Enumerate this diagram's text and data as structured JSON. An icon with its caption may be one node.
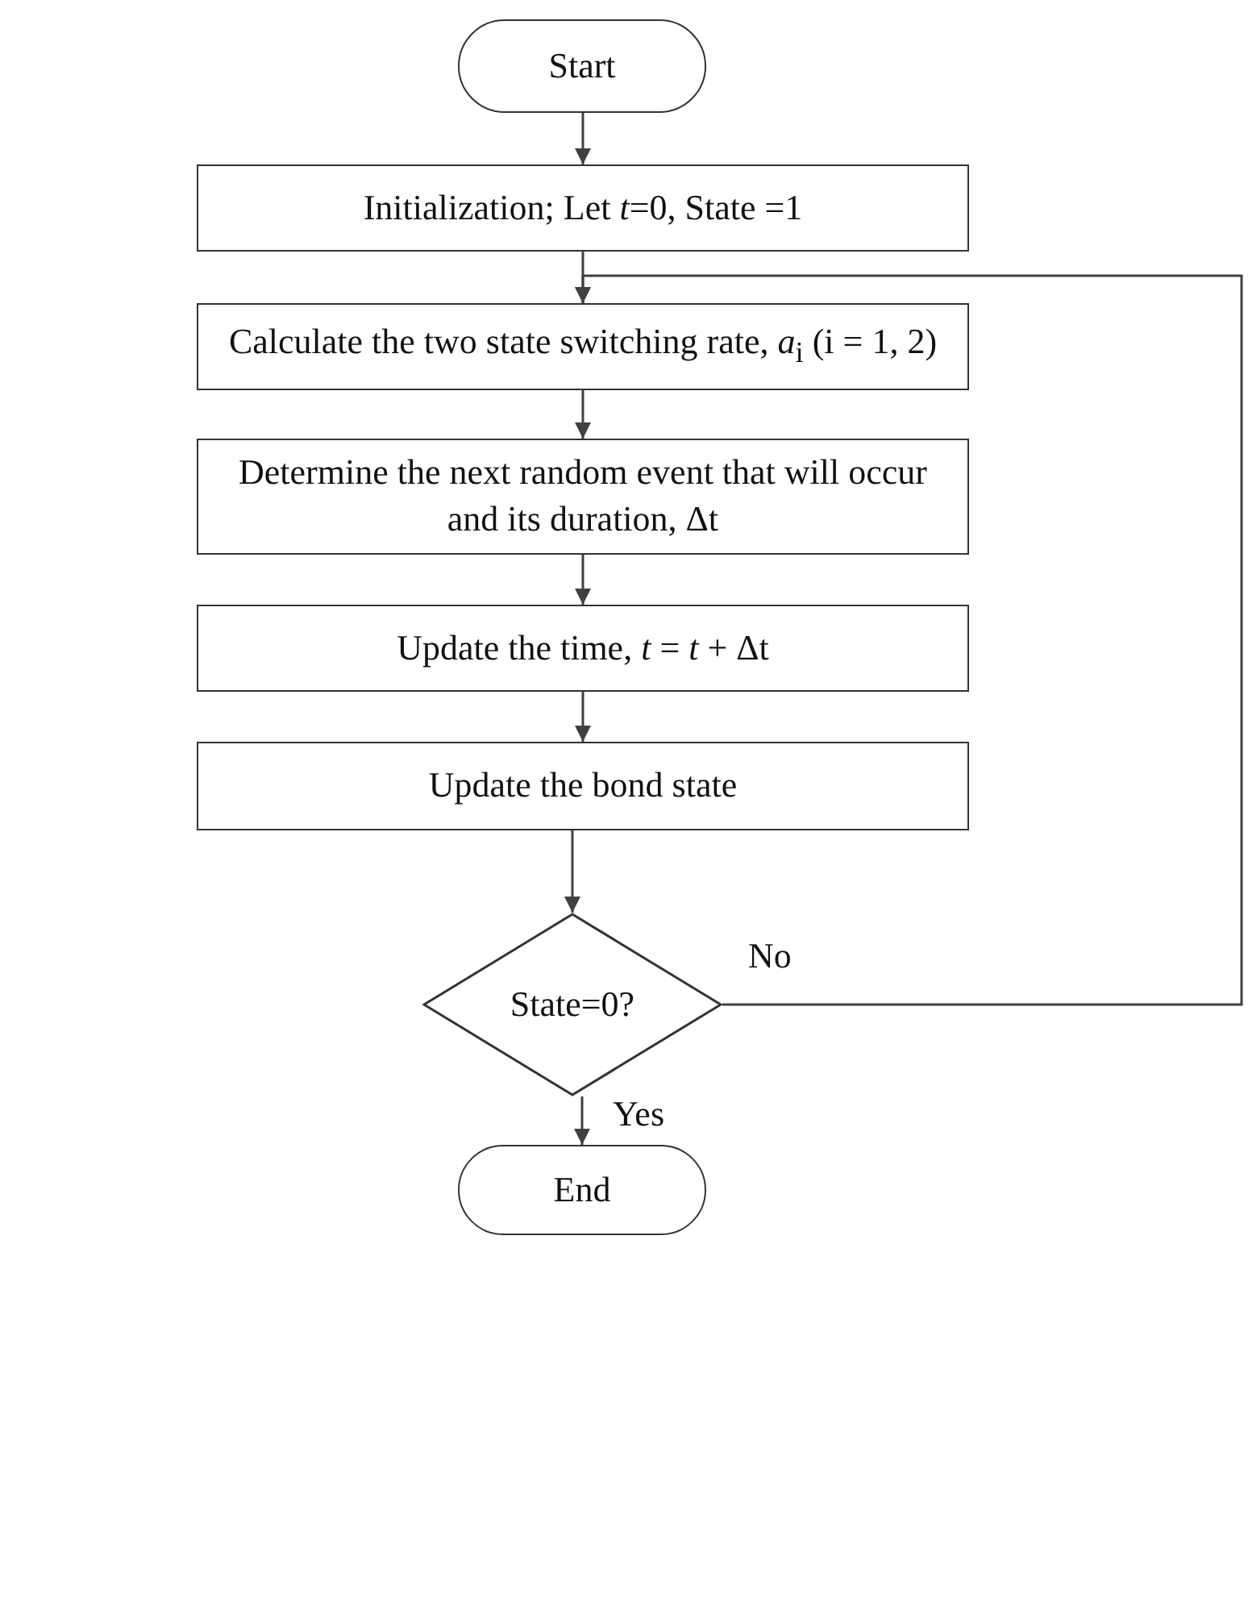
{
  "diagram": {
    "nodes": [
      {
        "text": [
          "Start"
        ]
      },
      {
        "text": [
          "Initialization; Let *t*=0, State =1"
        ]
      },
      {
        "text": [
          "Calculate the two state switching rate, *a*$_{i}$ (i = 1, 2)"
        ]
      },
      {
        "text": [
          "Determine the next random event that will occur and its duration, Δt"
        ]
      },
      {
        "text": [
          "Update the time, *t* = *t* + Δt"
        ]
      },
      {
        "text": [
          "Update the bond state"
        ]
      },
      {
        "text": [
          "State=0?"
        ]
      },
      {
        "text": [
          "End"
        ]
      }
    ],
    "edges": [
      {
        "from": 0,
        "to": 1,
        "arrow": "to"
      },
      {
        "from": 1,
        "to": 2,
        "arrow": "to"
      },
      {
        "from": 2,
        "to": 3,
        "arrow": "to"
      },
      {
        "from": 3,
        "to": 4,
        "arrow": "to"
      },
      {
        "from": 4,
        "to": 5,
        "arrow": "to"
      },
      {
        "from": 5,
        "to": 6,
        "arrow": "to"
      },
      {
        "from": 6,
        "to": 7,
        "label": "Yes",
        "arrow": "to"
      },
      {
        "from": 6,
        "to": 2,
        "label": "No",
        "arrow": "to"
      }
    ]
  }
}
